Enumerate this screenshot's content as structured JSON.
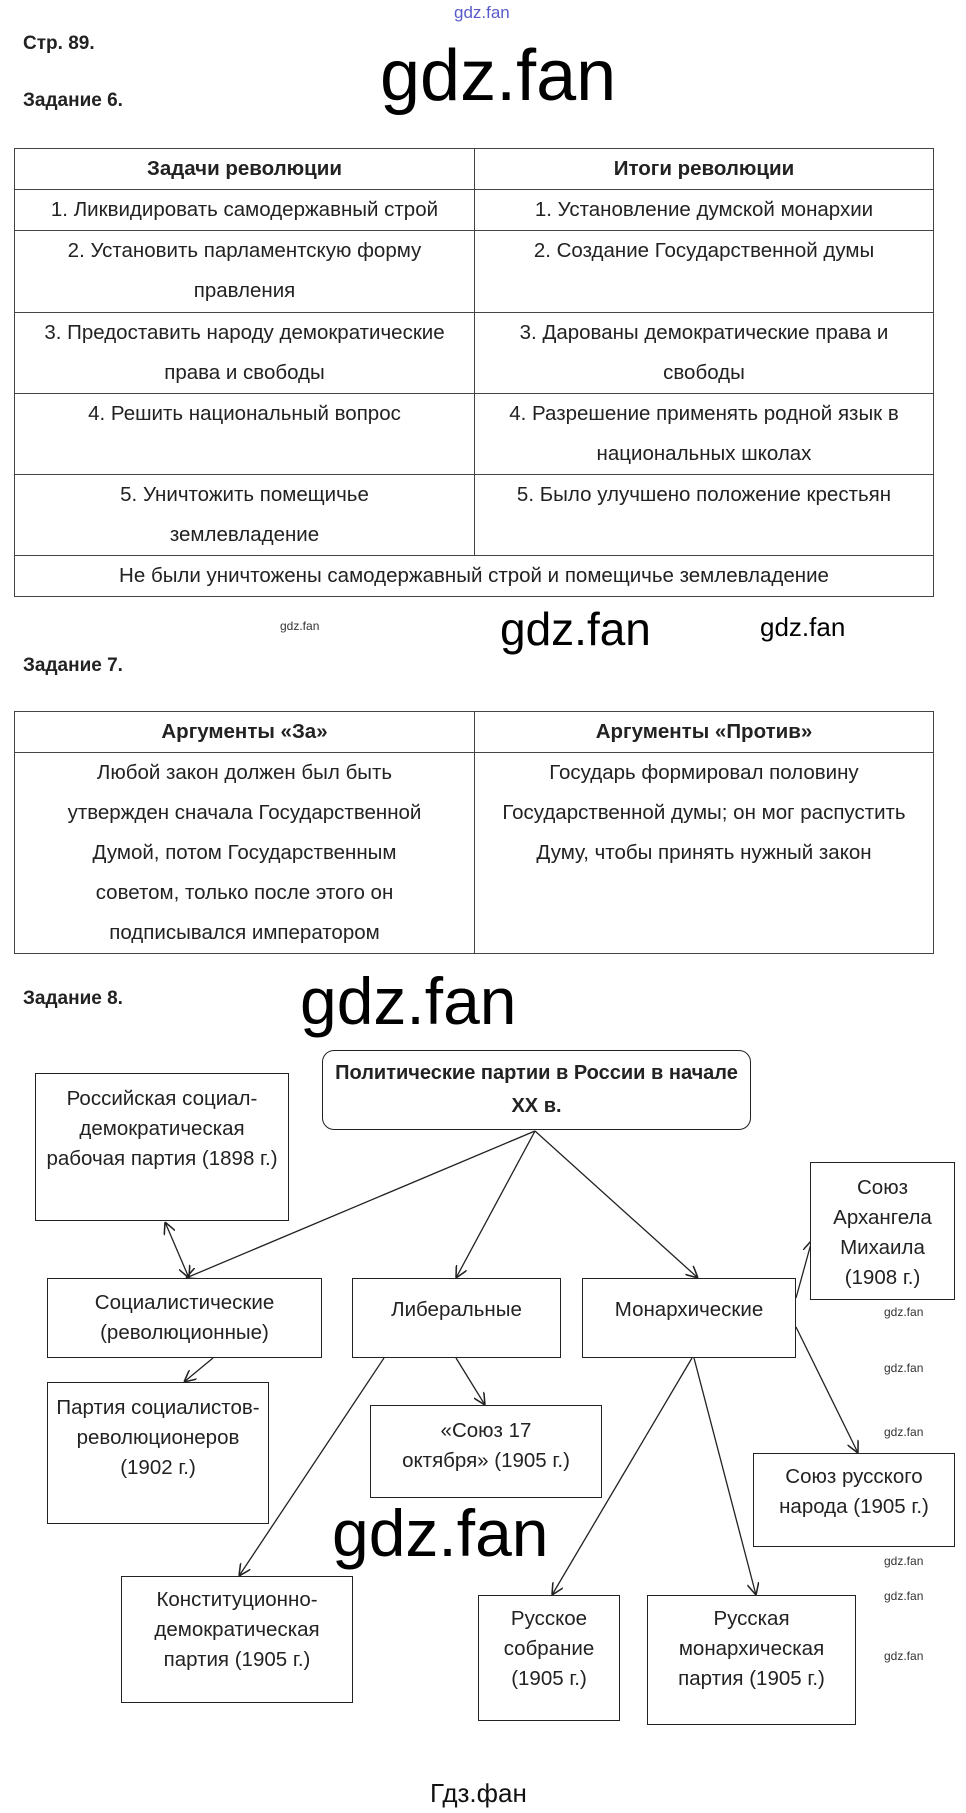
{
  "watermarks": {
    "top": "gdz.fan",
    "large": "gdz.fan",
    "small": "gdz.fan",
    "footer": "Гдз.фан"
  },
  "page_label": "Стр. 89.",
  "task6": {
    "heading": "Задание 6.",
    "headers": [
      "Задачи революции",
      "Итоги революции"
    ],
    "rows": [
      [
        "1. Ликвидировать самодержавный строй",
        "1. Установление думской монархии"
      ],
      [
        "2. Установить парламентскую форму правления",
        "2. Создание Государственной думы"
      ],
      [
        "3. Предоставить народу демократические права и свободы",
        "3. Дарованы демократические права и свободы"
      ],
      [
        "4. Решить национальный вопрос",
        "4. Разрешение применять родной язык в национальных школах"
      ],
      [
        "5. Уничтожить помещичье землевладение",
        "5. Было улучшено положение крестьян"
      ]
    ],
    "footer": "Не были уничтожены самодержавный строй и помещичье землевладение"
  },
  "task7": {
    "heading": "Задание 7.",
    "headers": [
      "Аргументы «За»",
      "Аргументы «Против»"
    ],
    "cells": [
      "Любой закон должен был быть утвержден сначала Государственной Думой, потом Государственным советом, только после этого он подписывался императором",
      "Государь формировал половину Государственной думы; он мог распустить Думу, чтобы принять нужный закон"
    ]
  },
  "task8": {
    "heading": "Задание 8.",
    "root": "Политические партии в России в начале XX в.",
    "groups": {
      "socialist": "Социалистические (революционные)",
      "liberal": "Либеральные",
      "monarchist": "Монархические"
    },
    "parties": {
      "rsdrp": "Российская социал-демократическая рабочая партия (1898 г.)",
      "sr": "Партия социалистов-революционеров (1902 г.)",
      "oct17": "«Союз 17 октября» (1905 г.)",
      "kd": "Конституционно-демократическая партия (1905 г.)",
      "arkh": "Союз Архангела Михаила (1908 г.)",
      "srn": "Союз русского народа (1905 г.)",
      "rs": "Русское собрание (1905 г.)",
      "rmp": "Русская монархическая партия (1905 г.)"
    }
  }
}
